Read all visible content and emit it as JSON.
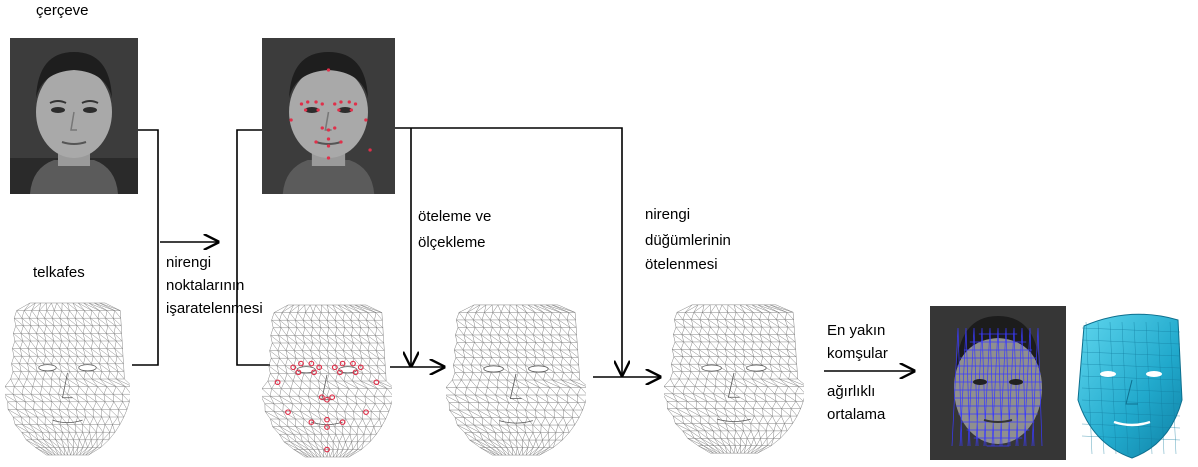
{
  "labels": {
    "cerceve": "çerçeve",
    "telkafes": "telkafes",
    "nirengi_isaretleme": [
      "nirengi",
      "noktalarının",
      "işaratelenmesi"
    ],
    "oteleme": [
      "öteleme ve",
      "ölçekleme"
    ],
    "dugum_otelenmesi": [
      "nirengi",
      "düğümlerinin",
      "ötelenmesi"
    ],
    "en_yakin": [
      "En yakın",
      "komşular"
    ],
    "agirlikli": [
      "ağırlıklı",
      "ortalama"
    ]
  },
  "colors": {
    "landmark": "#e0304a",
    "mesh_line": "#777777",
    "overlay_mesh": "#3a3aff",
    "render_face": "#2fb6d6",
    "arrow": "#000000"
  },
  "icons": {
    "face_photo": "face-photo-icon",
    "wireframe": "wireframe-face-icon",
    "textured": "textured-face-icon",
    "rendered": "rendered-3d-face-icon"
  }
}
